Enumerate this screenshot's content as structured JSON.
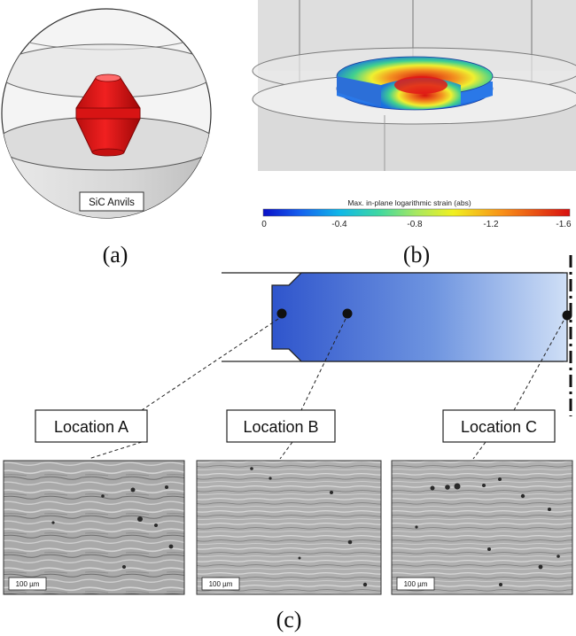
{
  "panel_a": {
    "label": "(a)",
    "anvil_label": "SiC Anvils"
  },
  "panel_b": {
    "label": "(b)",
    "colorbar": {
      "title": "Max. in-plane logarithmic strain (abs)",
      "ticks": [
        "0",
        "-0.4",
        "-0.8",
        "-1.2",
        "-1.6"
      ]
    }
  },
  "panel_c": {
    "label": "(c)",
    "locations": [
      {
        "name": "Location A",
        "scale_bar": "100 µm"
      },
      {
        "name": "Location B",
        "scale_bar": "100 µm"
      },
      {
        "name": "Location C",
        "scale_bar": "100 µm"
      }
    ]
  },
  "colors": {
    "sample_dark": "#2f5bd0",
    "sample_light": "#c9dbf6",
    "anvil_red": "#e01818"
  }
}
